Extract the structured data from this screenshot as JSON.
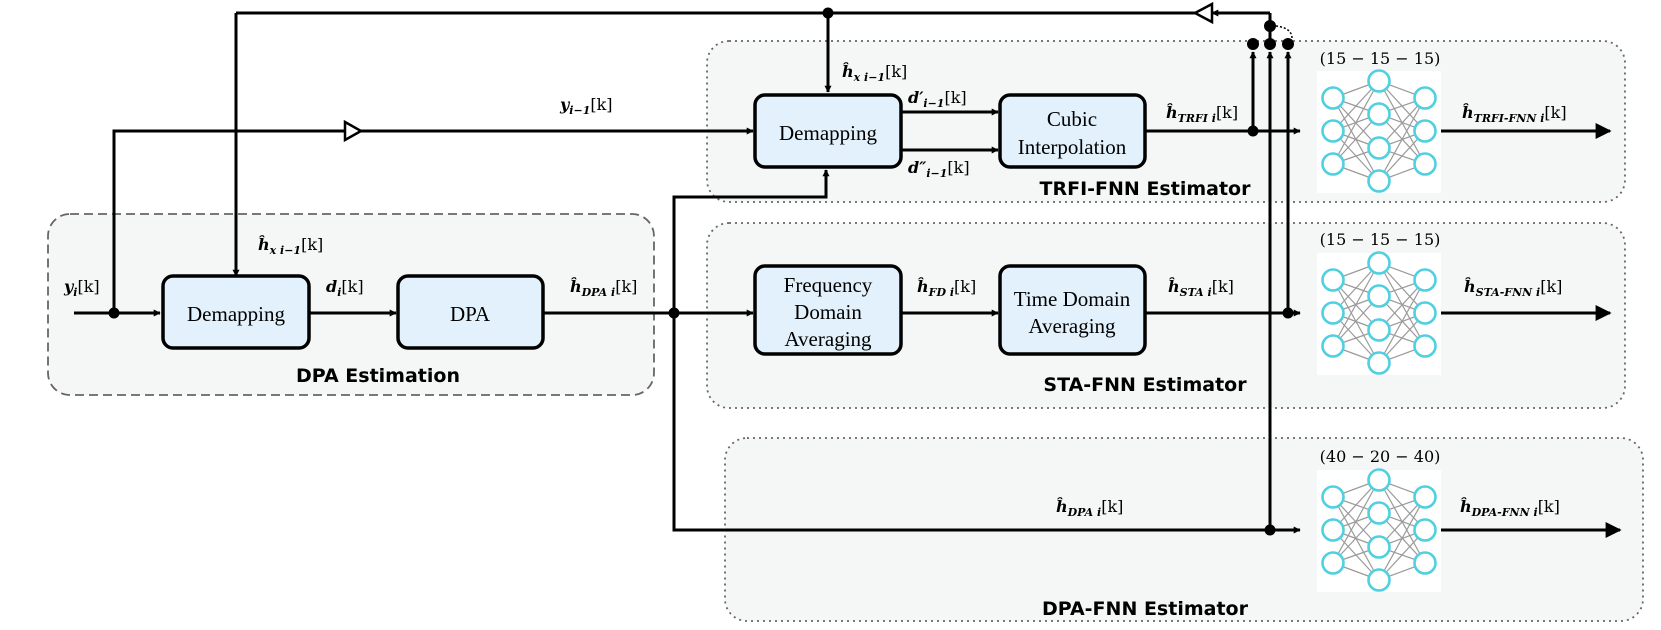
{
  "groups": {
    "dpa_estimation": "DPA Estimation",
    "trfi_fnn": "TRFI-FNN Estimator",
    "sta_fnn": "STA-FNN Estimator",
    "dpa_fnn": "DPA-FNN Estimator"
  },
  "blocks": {
    "demapping_left": "Demapping",
    "dpa": "DPA",
    "demapping_top": "Demapping",
    "cubic_line1": "Cubic",
    "cubic_line2": "Interpolation",
    "freq_line1": "Frequency",
    "freq_line2": "Domain",
    "freq_line3": "Averaging",
    "time_line1": "Time Domain",
    "time_line2": "Averaging"
  },
  "topologies": {
    "trfi": "(15 − 15 − 15)",
    "sta": "(15 − 15 − 15)",
    "dpa": "(40 − 20 − 40)"
  },
  "signals": {
    "y_i": {
      "base": "y",
      "sub": "i",
      "arg": "[k]"
    },
    "y_i_minus_1": {
      "base": "y",
      "sub": "i−1",
      "arg": "[k]"
    },
    "d_i": {
      "base": "d",
      "sub": "i",
      "arg": "[k]"
    },
    "h_x_left": {
      "base": "ĥ",
      "sub": "x i−1",
      "arg": "[k]"
    },
    "h_x_top": {
      "base": "ĥ",
      "sub": "x i−1",
      "arg": "[k]"
    },
    "h_dpa_mid": {
      "base": "ĥ",
      "sub": "DPA i",
      "arg": "[k]"
    },
    "d_prime": {
      "base": "d′",
      "sub": "i−1",
      "arg": "[k]"
    },
    "d_dprime": {
      "base": "d″",
      "sub": "i−1",
      "arg": "[k]"
    },
    "h_trfi": {
      "base": "ĥ",
      "sub": "TRFI i",
      "arg": "[k]"
    },
    "h_trfi_fnn": {
      "base": "ĥ",
      "sub": "TRFI-FNN i",
      "arg": "[k]"
    },
    "h_fd": {
      "base": "ĥ",
      "sub": "FD i",
      "arg": "[k]"
    },
    "h_sta": {
      "base": "ĥ",
      "sub": "STA i",
      "arg": "[k]"
    },
    "h_sta_fnn": {
      "base": "ĥ",
      "sub": "STA-FNN i",
      "arg": "[k]"
    },
    "h_dpa_bottom": {
      "base": "ĥ",
      "sub": "DPA i",
      "arg": "[k]"
    },
    "h_dpa_fnn": {
      "base": "ĥ",
      "sub": "DPA-FNN i",
      "arg": "[k]"
    }
  },
  "colors": {
    "block_fill": "#e2f1fb",
    "neuron_stroke": "#4fd0e0",
    "group_fill": "#f5f6f6"
  }
}
